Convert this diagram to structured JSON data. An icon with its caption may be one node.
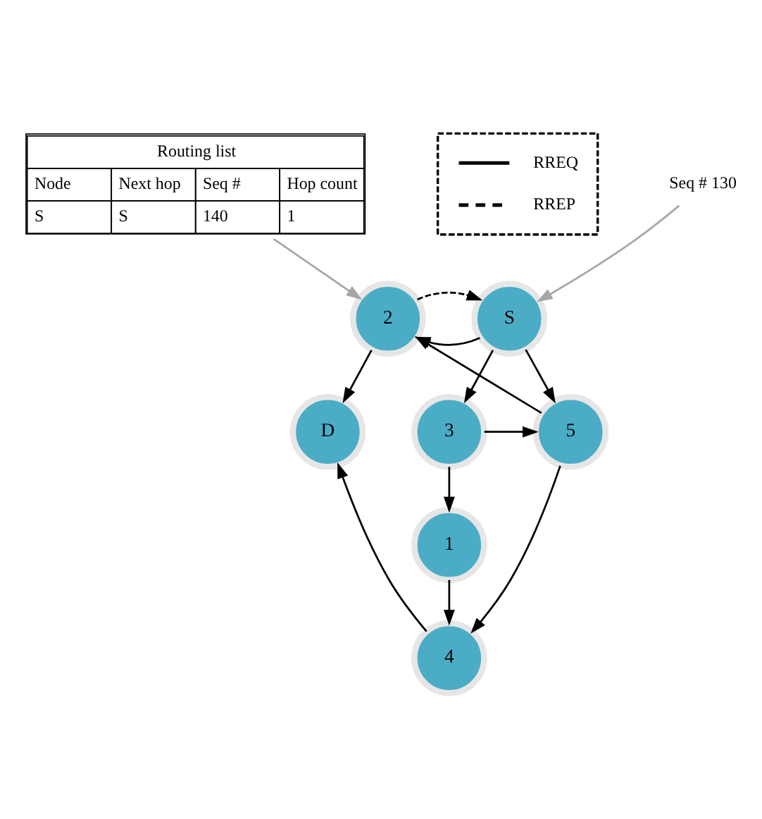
{
  "diagram": {
    "nodes": [
      {
        "text": [
          "Routing list",
          "Node",
          "Next hop",
          "Seq #",
          "Hop count",
          "S",
          "S",
          "140",
          "1"
        ]
      },
      {
        "text": [
          "Seq # 130"
        ]
      },
      {
        "text": [
          "2"
        ]
      },
      {
        "text": [
          "S"
        ]
      },
      {
        "text": [
          "3"
        ]
      },
      {
        "text": [
          "5"
        ]
      },
      {
        "text": [
          "D"
        ]
      },
      {
        "text": [
          "4"
        ]
      },
      {
        "text": [
          "1"
        ]
      }
    ],
    "edges": [
      {
        "from": 0,
        "to": 2,
        "arrow": "to",
        "color": "#a6a6a6"
      },
      {
        "from": 1,
        "to": 3,
        "arrow": "to",
        "color": "#a6a6a6"
      },
      {
        "from": 3,
        "to": 2,
        "arrow": "to"
      },
      {
        "from": 2,
        "to": 3,
        "arrow": "to",
        "style": "dashed"
      },
      {
        "from": 3,
        "to": 4,
        "arrow": "to"
      },
      {
        "from": 3,
        "to": 5,
        "arrow": "to"
      },
      {
        "from": 4,
        "to": 5,
        "arrow": "to"
      },
      {
        "from": 5,
        "to": 2,
        "arrow": "to"
      },
      {
        "from": 2,
        "to": 6,
        "arrow": "to"
      },
      {
        "from": 5,
        "to": 7,
        "arrow": "to"
      },
      {
        "from": 4,
        "to": 8,
        "arrow": "to"
      },
      {
        "from": 8,
        "to": 7,
        "arrow": "to"
      },
      {
        "from": 7,
        "to": 6,
        "arrow": "to"
      }
    ],
    "legend": [
      {
        "text": "RREQ"
      },
      {
        "text": "RREP"
      }
    ]
  }
}
